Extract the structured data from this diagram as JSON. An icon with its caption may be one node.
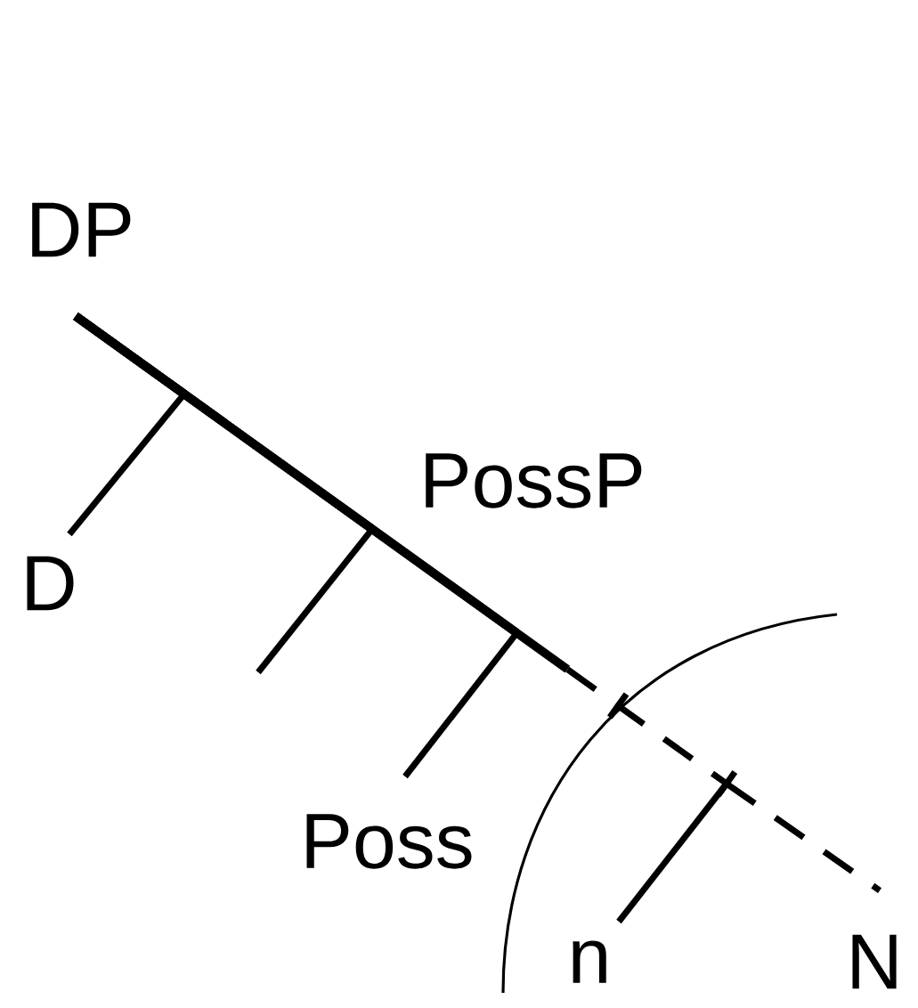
{
  "diagram": {
    "nodes": [
      {
        "text": [
          "DP"
        ]
      },
      {
        "text": [
          "D"
        ]
      },
      {
        "text": [
          "Poss"
        ]
      },
      {
        "text": [
          "n"
        ]
      },
      {
        "text": [
          "N"
        ]
      }
    ],
    "edges": [
      {
        "from": 0,
        "to": 1,
        "arrow": "none"
      },
      {
        "from": 0,
        "to": null,
        "arrow": "none"
      },
      {
        "from": 0,
        "to": 2,
        "arrow": "none"
      },
      {
        "from": 0,
        "to": 3,
        "arrow": "none"
      },
      {
        "from": 0,
        "to": 4,
        "arrow": "none"
      }
    ],
    "labels": [
      "PossP"
    ]
  }
}
